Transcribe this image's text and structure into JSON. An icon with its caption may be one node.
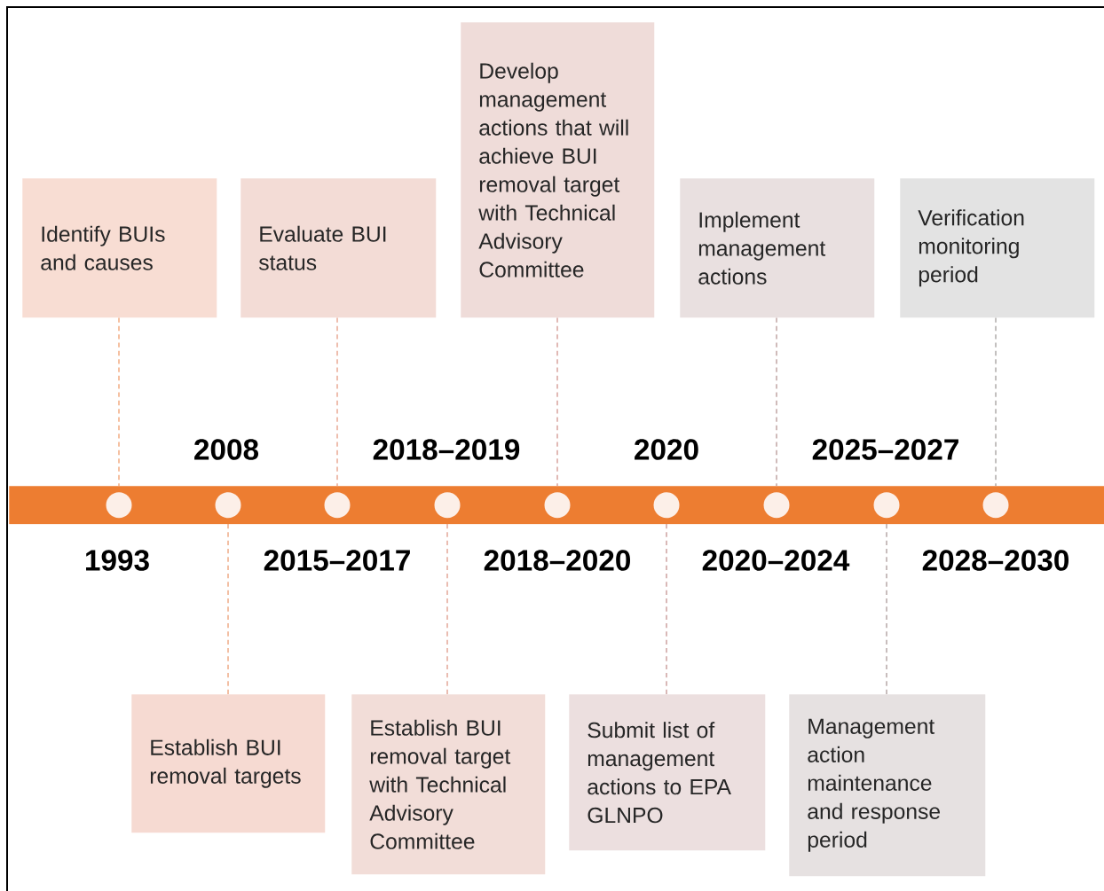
{
  "diagram": {
    "nodes": [
      {
        "text": [
          "Identify BUIs and causes"
        ]
      },
      {
        "text": [
          "Evaluate BUI status"
        ]
      },
      {
        "text": [
          "Develop management actions that will achieve BUI removal target with Technical Advisory Committee"
        ]
      },
      {
        "text": [
          "Implement management actions"
        ]
      },
      {
        "text": [
          "Verification monitoring period"
        ]
      },
      {
        "text": [],
        "shape": "bar"
      },
      {
        "text": [],
        "shape": "circle",
        "in": 5
      },
      {
        "text": [],
        "shape": "circle",
        "in": 5
      },
      {
        "text": [],
        "shape": "circle",
        "in": 5
      },
      {
        "text": [],
        "shape": "circle",
        "in": 5
      },
      {
        "text": [],
        "shape": "circle",
        "in": 5
      },
      {
        "text": [],
        "shape": "circle",
        "in": 5
      },
      {
        "text": [],
        "shape": "circle",
        "in": 5
      },
      {
        "text": [],
        "shape": "circle",
        "in": 5
      },
      {
        "text": [],
        "shape": "circle",
        "in": 5
      },
      {
        "text": [
          "Establish BUI removal targets"
        ]
      },
      {
        "text": [
          "Establish BUI removal target with Technical Advisory Committee"
        ]
      },
      {
        "text": [
          "Submit list of management actions to EPA GLNPO"
        ]
      },
      {
        "text": [
          "Management action maintenance and response period"
        ]
      }
    ],
    "edges": [
      {
        "from": 0,
        "to": 6,
        "arrow": "none",
        "style": "dashed",
        "color": "#ec8a50"
      },
      {
        "from": 15,
        "to": 7,
        "arrow": "none",
        "style": "dashed",
        "color": "#e88a57"
      },
      {
        "from": 1,
        "to": 8,
        "arrow": "none",
        "style": "dashed",
        "color": "#e0876a"
      },
      {
        "from": 16,
        "to": 9,
        "arrow": "none",
        "style": "dashed",
        "color": "#d8836f"
      },
      {
        "from": 2,
        "to": 10,
        "arrow": "none",
        "style": "dashed",
        "color": "#c97e76"
      },
      {
        "from": 17,
        "to": 11,
        "arrow": "none",
        "style": "dashed",
        "color": "#b97c7a"
      },
      {
        "from": 3,
        "to": 12,
        "arrow": "none",
        "style": "dashed",
        "color": "#a7807f"
      },
      {
        "from": 18,
        "to": 13,
        "arrow": "none",
        "style": "dashed",
        "color": "#998483"
      },
      {
        "from": 4,
        "to": 14,
        "arrow": "none",
        "style": "dashed",
        "color": "#8e8886"
      }
    ],
    "labels": [
      "2008",
      "2018–2019",
      "2020",
      "2025–2027",
      "1993",
      "2015–2017",
      "2018–2020",
      "2020–2024",
      "2028–2030"
    ]
  }
}
